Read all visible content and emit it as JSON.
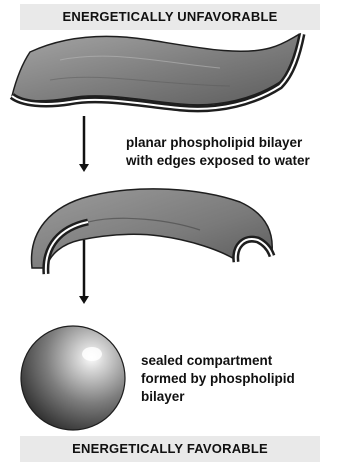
{
  "banners": {
    "top": "ENERGETICALLY UNFAVORABLE",
    "bottom": "ENERGETICALLY FAVORABLE"
  },
  "captions": {
    "planar": {
      "line1": "planar phospholipid bilayer",
      "line2": "with edges exposed to water"
    },
    "sealed": {
      "line1": "sealed compartment",
      "line2": "formed by phospholipid",
      "line3": "bilayer"
    }
  },
  "colors": {
    "membrane": "#8a8a8a",
    "membrane_dark": "#4a4a4a",
    "membrane_edge": "#1e1e1e",
    "arrow": "#111111"
  }
}
